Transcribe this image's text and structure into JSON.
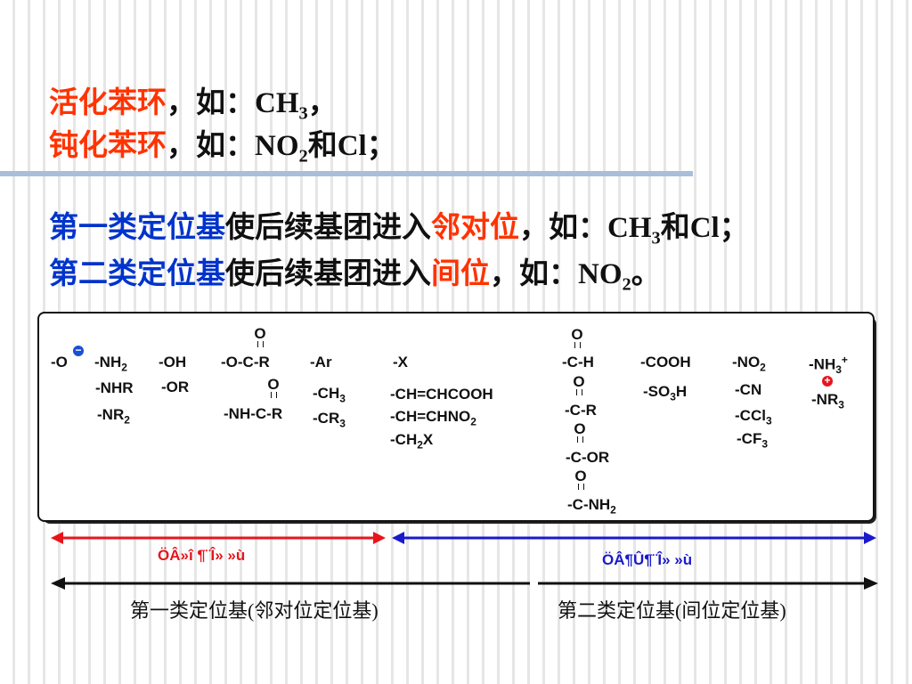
{
  "header": {
    "l1": {
      "a": "活化苯环",
      "b": "，如：CH",
      "sub": "3",
      "c": "，"
    },
    "l2": {
      "a": "钝化苯环",
      "b": "，如：NO",
      "sub": "2",
      "c": "和Cl；"
    },
    "l3": {
      "a": "第一类定位基",
      "b": "使后续基团进入",
      "c": "邻对位",
      "d": "，如：CH",
      "sub": "3",
      "e": "和Cl；"
    },
    "l4": {
      "a": "第二类定位基",
      "b": "使后续基团进入",
      "c": "间位",
      "d": "，如：NO",
      "sub": "2",
      "e": "。"
    }
  },
  "groups": {
    "o_minus": "-O",
    "nh2": {
      "t": "-NH",
      "s": "2"
    },
    "nhr": "-NHR",
    "nr2": {
      "t": "-NR",
      "s": "2"
    },
    "oh": "-OH",
    "or": "-OR",
    "ocr": "-O-C-R",
    "nhcr": "-NH-C-R",
    "ar": "-Ar",
    "ch3": {
      "t": "-CH",
      "s": "3"
    },
    "cr3": {
      "t": "-CR",
      "s": "3"
    },
    "x": "-X",
    "chchcooh": "-CH=CHCOOH",
    "chchno2": {
      "t": "-CH=CHNO",
      "s": "2"
    },
    "ch2x": {
      "t": "-CH",
      "s": "2",
      "t2": "X"
    },
    "ch": "-C-H",
    "cr": "-C-R",
    "cor": "-C-OR",
    "cnh2": {
      "t": "-C-NH",
      "s": "2"
    },
    "cooh": "-COOH",
    "so3h": {
      "t": "-SO",
      "s": "3",
      "t2": "H"
    },
    "no2": {
      "t": "-NO",
      "s": "2"
    },
    "cn": "-CN",
    "ccl3": {
      "t": "-CCl",
      "s": "3"
    },
    "cf3": {
      "t": "-CF",
      "s": "3"
    },
    "nh3": {
      "t": "-NH",
      "s": "3",
      "sup": "+"
    },
    "nr3": {
      "t": "-NR",
      "s": "3"
    },
    "carbonyl_o": "O",
    "minus": "−",
    "plus": "+"
  },
  "arrows": {
    "left_label": "ÖÂ»î ¶¨Î» »ù",
    "right_label": "ÖÂ¶Û¶¨Î» »ù",
    "left_color": "#e8141c",
    "right_color": "#1a1acc"
  },
  "captions": {
    "first": "第一类定位基(邻对位定位基)",
    "second": "第二类定位基(间位定位基)"
  }
}
